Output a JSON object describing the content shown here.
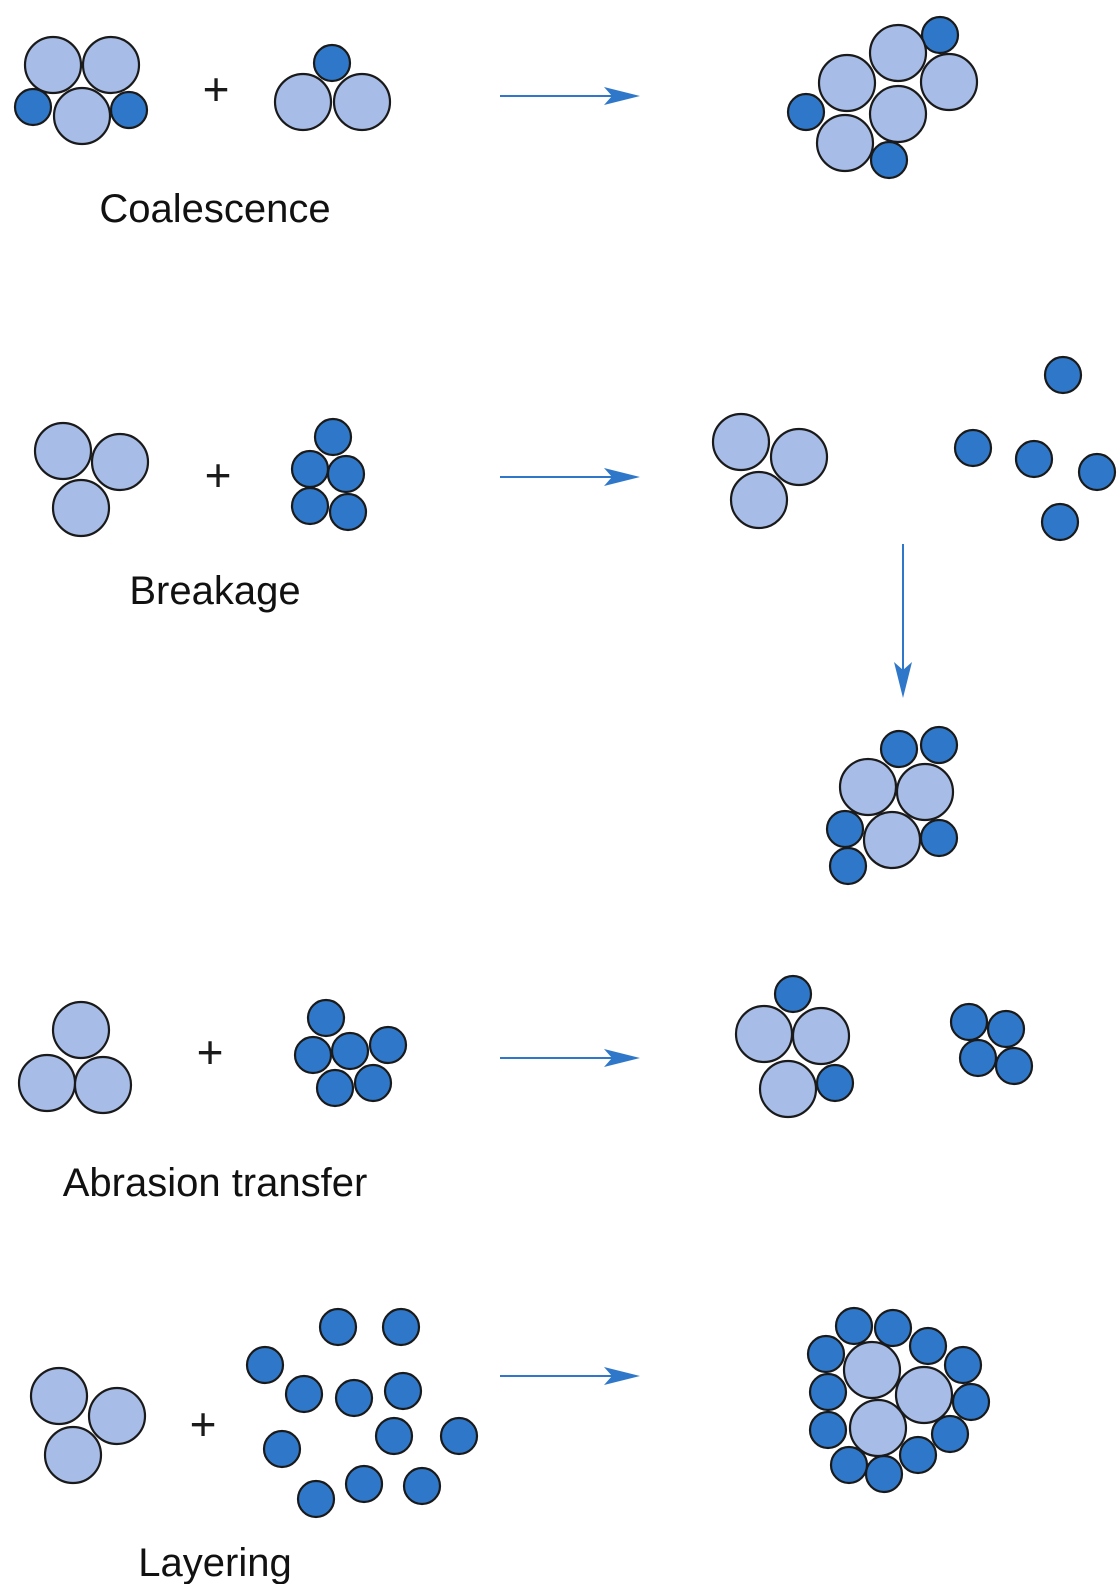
{
  "processes": [
    {
      "id": "coalescence",
      "label": "Coalescence"
    },
    {
      "id": "breakage",
      "label": "Breakage"
    },
    {
      "id": "abrasion",
      "label": "Abrasion transfer"
    },
    {
      "id": "layering",
      "label": "Layering"
    }
  ],
  "operator_symbol": "+",
  "colors": {
    "large_particle": "#a7bde8",
    "small_particle": "#2f78c9",
    "outline": "#1a1a1a",
    "arrow": "#2f78c9"
  }
}
